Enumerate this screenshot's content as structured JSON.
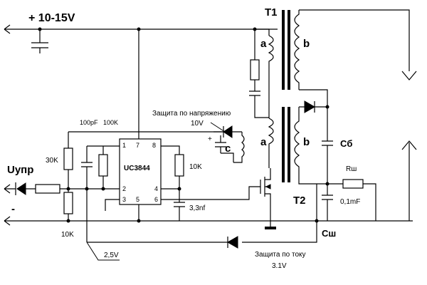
{
  "supply": {
    "label": "+ 10-15V"
  },
  "control": {
    "label": "Uупр",
    "minus": "-"
  },
  "ic": {
    "name": "UC3844",
    "pins": [
      "1",
      "7",
      "8",
      "2",
      "4",
      "3",
      "5",
      "6"
    ]
  },
  "components": {
    "c_top": "100pF",
    "r_top": "100K",
    "r_30k": "30K",
    "r_10k_left": "10K",
    "r_10k_right": "10K",
    "c_3n3": "3,3nf",
    "c_01": "0,1mF",
    "r_sh": "Rш",
    "c_b": "Cб",
    "c_sh": "Cш"
  },
  "transformers": {
    "t1": "T1",
    "t2": "T2",
    "winding_a1": "a",
    "winding_b1": "b",
    "winding_a2": "a",
    "winding_b2": "b",
    "winding_c": "c"
  },
  "protection": {
    "voltage_label": "Защита по напряжению",
    "voltage_value": "10V",
    "current_label": "Защита по току",
    "current_value": "3.1V",
    "ref_2v5": "2,5V",
    "plus_sign": "+"
  }
}
